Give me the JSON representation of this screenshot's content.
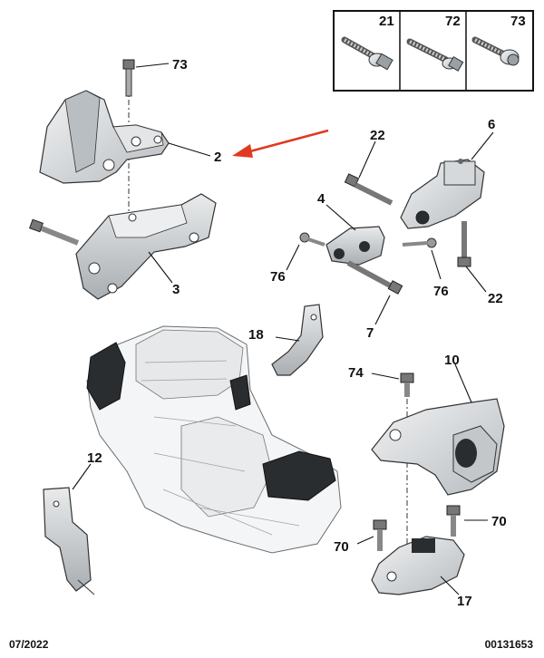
{
  "legend": {
    "items": [
      {
        "ref": "21",
        "icon": "bolt-with-washer-icon"
      },
      {
        "ref": "72",
        "icon": "long-bolt-icon"
      },
      {
        "ref": "73",
        "icon": "flange-bolt-icon"
      }
    ]
  },
  "callouts": {
    "c73": "73",
    "c2": "2",
    "c3": "3",
    "c22a": "22",
    "c6": "6",
    "c4": "4",
    "c76a": "76",
    "c76b": "76",
    "c22b": "22",
    "c7": "7",
    "c18": "18",
    "c74": "74",
    "c10": "10",
    "c12": "12",
    "c70a": "70",
    "c70b": "70",
    "c17": "17"
  },
  "colors": {
    "arrow": "#e03a1e",
    "line": "#222222",
    "part_fill": "#d9dcde",
    "part_dark": "#2a2d30"
  },
  "footer": {
    "date": "07/2022",
    "ref": "00131653"
  }
}
